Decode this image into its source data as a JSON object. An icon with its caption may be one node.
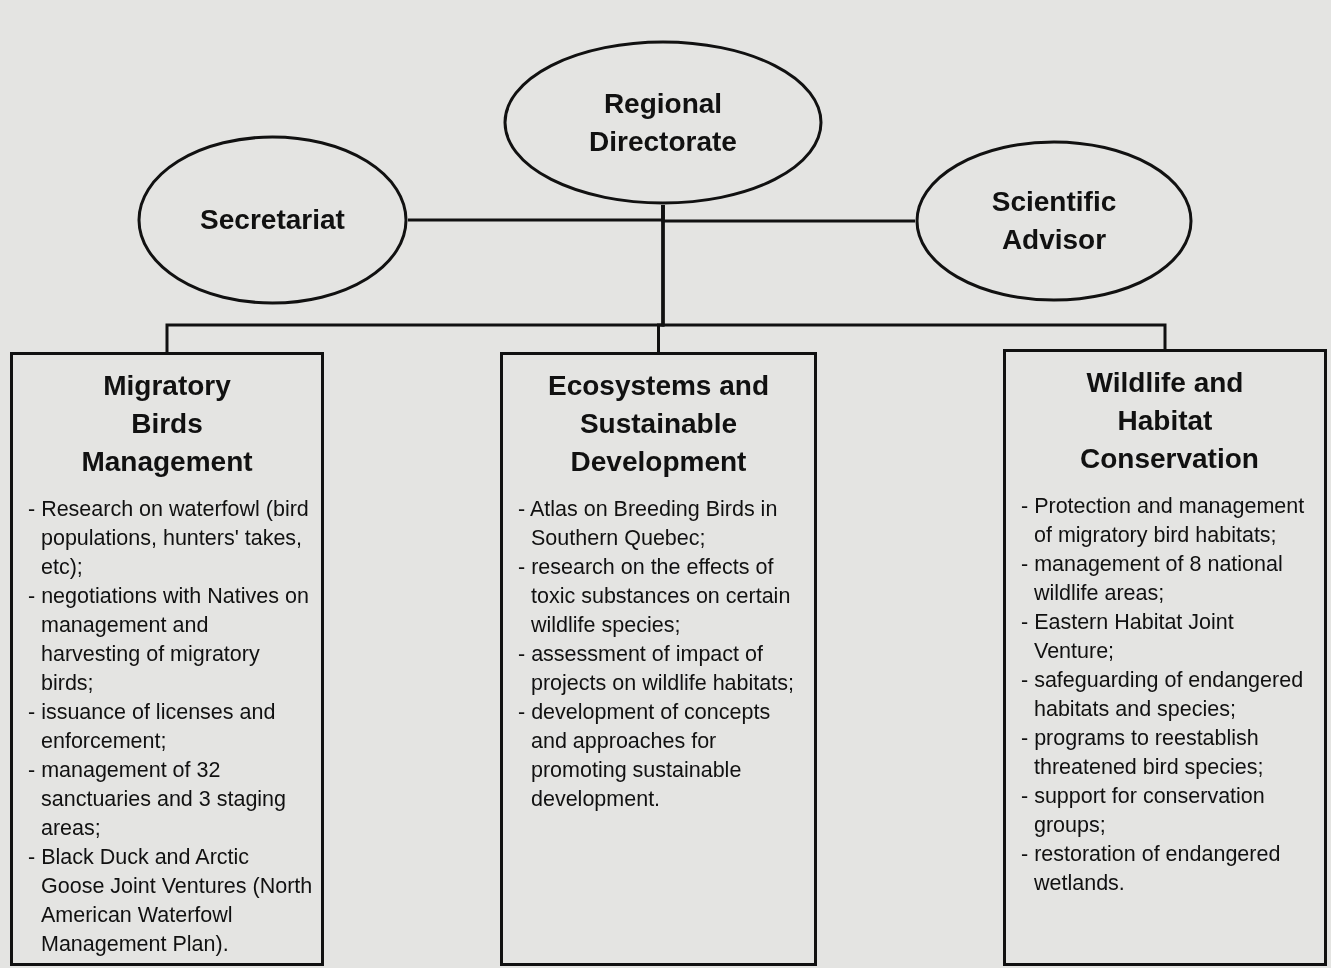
{
  "diagram": {
    "nodes": [
      {
        "text": [
          "Regional Directorate"
        ]
      },
      {
        "text": [
          "Secretariat"
        ]
      },
      {
        "text": [
          "Scientific Advisor"
        ]
      },
      {
        "text": [
          "Migratory Birds Management",
          "- Research on waterfowl (bird populations, hunters' takes, etc);",
          "- negotiations with Natives on management and harvesting of migratory birds;",
          "- issuance of licenses and enforcement;",
          "- management of 32 sanctuaries and 3 staging areas;",
          "- Black Duck and Arctic Goose Joint Ventures (North American Waterfowl Management Plan)."
        ]
      },
      {
        "text": [
          "Ecosystems and Sustainable Development",
          "- Atlas on Breeding Birds in Southern Quebec;",
          "- research on the effects of toxic substances on certain wildlife species;",
          "- assessment of impact of projects on wildlife habitats;",
          "- development of concepts and approaches for promoting sustainable development."
        ]
      },
      {
        "text": [
          "Wildlife and Habitat Conservation",
          "- Protection and management of migratory bird habitats;",
          "- management of 8 national wildlife areas;",
          "- Eastern Habitat Joint Venture;",
          "- safeguarding of endangered habitats and species;",
          "- programs to reestablish threatened bird species;",
          "- support for conservation groups;",
          "- restoration of endangered wetlands."
        ]
      }
    ],
    "edges": [
      {
        "from": 0,
        "to": 1,
        "arrow": "none"
      },
      {
        "from": 0,
        "to": 2,
        "arrow": "none"
      },
      {
        "from": 0,
        "to": 3,
        "arrow": "none"
      },
      {
        "from": 0,
        "to": 4,
        "arrow": "none"
      },
      {
        "from": 0,
        "to": 5,
        "arrow": "none"
      }
    ]
  }
}
